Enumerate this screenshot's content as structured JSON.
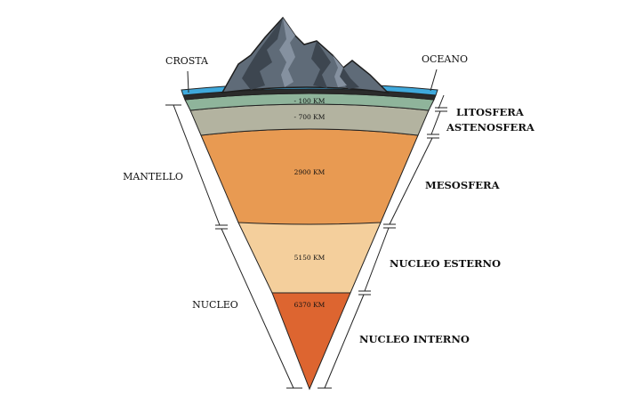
{
  "labels": {
    "crust": "CROSTA",
    "ocean": "OCEANO",
    "mantle": "MANTELLO",
    "core": "NUCLEO",
    "lithosphere": "LITOSFERA",
    "asthenosphere": "ASTENOSFERA",
    "mesosphere": "MESOSFERA",
    "outer_core": "NUCLEO ESTERNO",
    "inner_core": "NUCLEO INTERNO"
  },
  "depths": {
    "lithosphere": "- 100 KM",
    "asthenosphere": "- 700 KM",
    "mesosphere": "2900 KM",
    "outer_core": "5150 KM",
    "inner_core": "6370 KM"
  },
  "colors": {
    "ocean": "#3fa9dc",
    "crust": "#2b2b2b",
    "lithosphere": "#8fb49b",
    "asthenosphere": "#b3b3a0",
    "mesosphere": "#e89a52",
    "outer_core": "#f4cf9c",
    "inner_core": "#dd6530",
    "mountain": "#5f6b78",
    "mountain_dark": "#3d4650",
    "outline": "#222222"
  }
}
